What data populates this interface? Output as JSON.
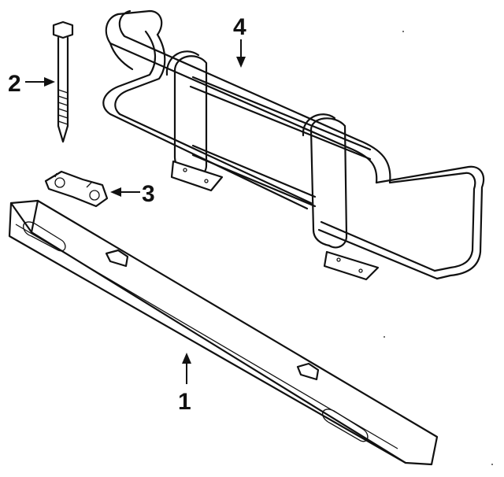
{
  "diagram": {
    "callouts": [
      {
        "id": "1",
        "label": "1",
        "part": "bumper"
      },
      {
        "id": "2",
        "label": "2",
        "part": "bolt"
      },
      {
        "id": "3",
        "label": "3",
        "part": "bracket"
      },
      {
        "id": "4",
        "label": "4",
        "part": "guard"
      }
    ]
  }
}
